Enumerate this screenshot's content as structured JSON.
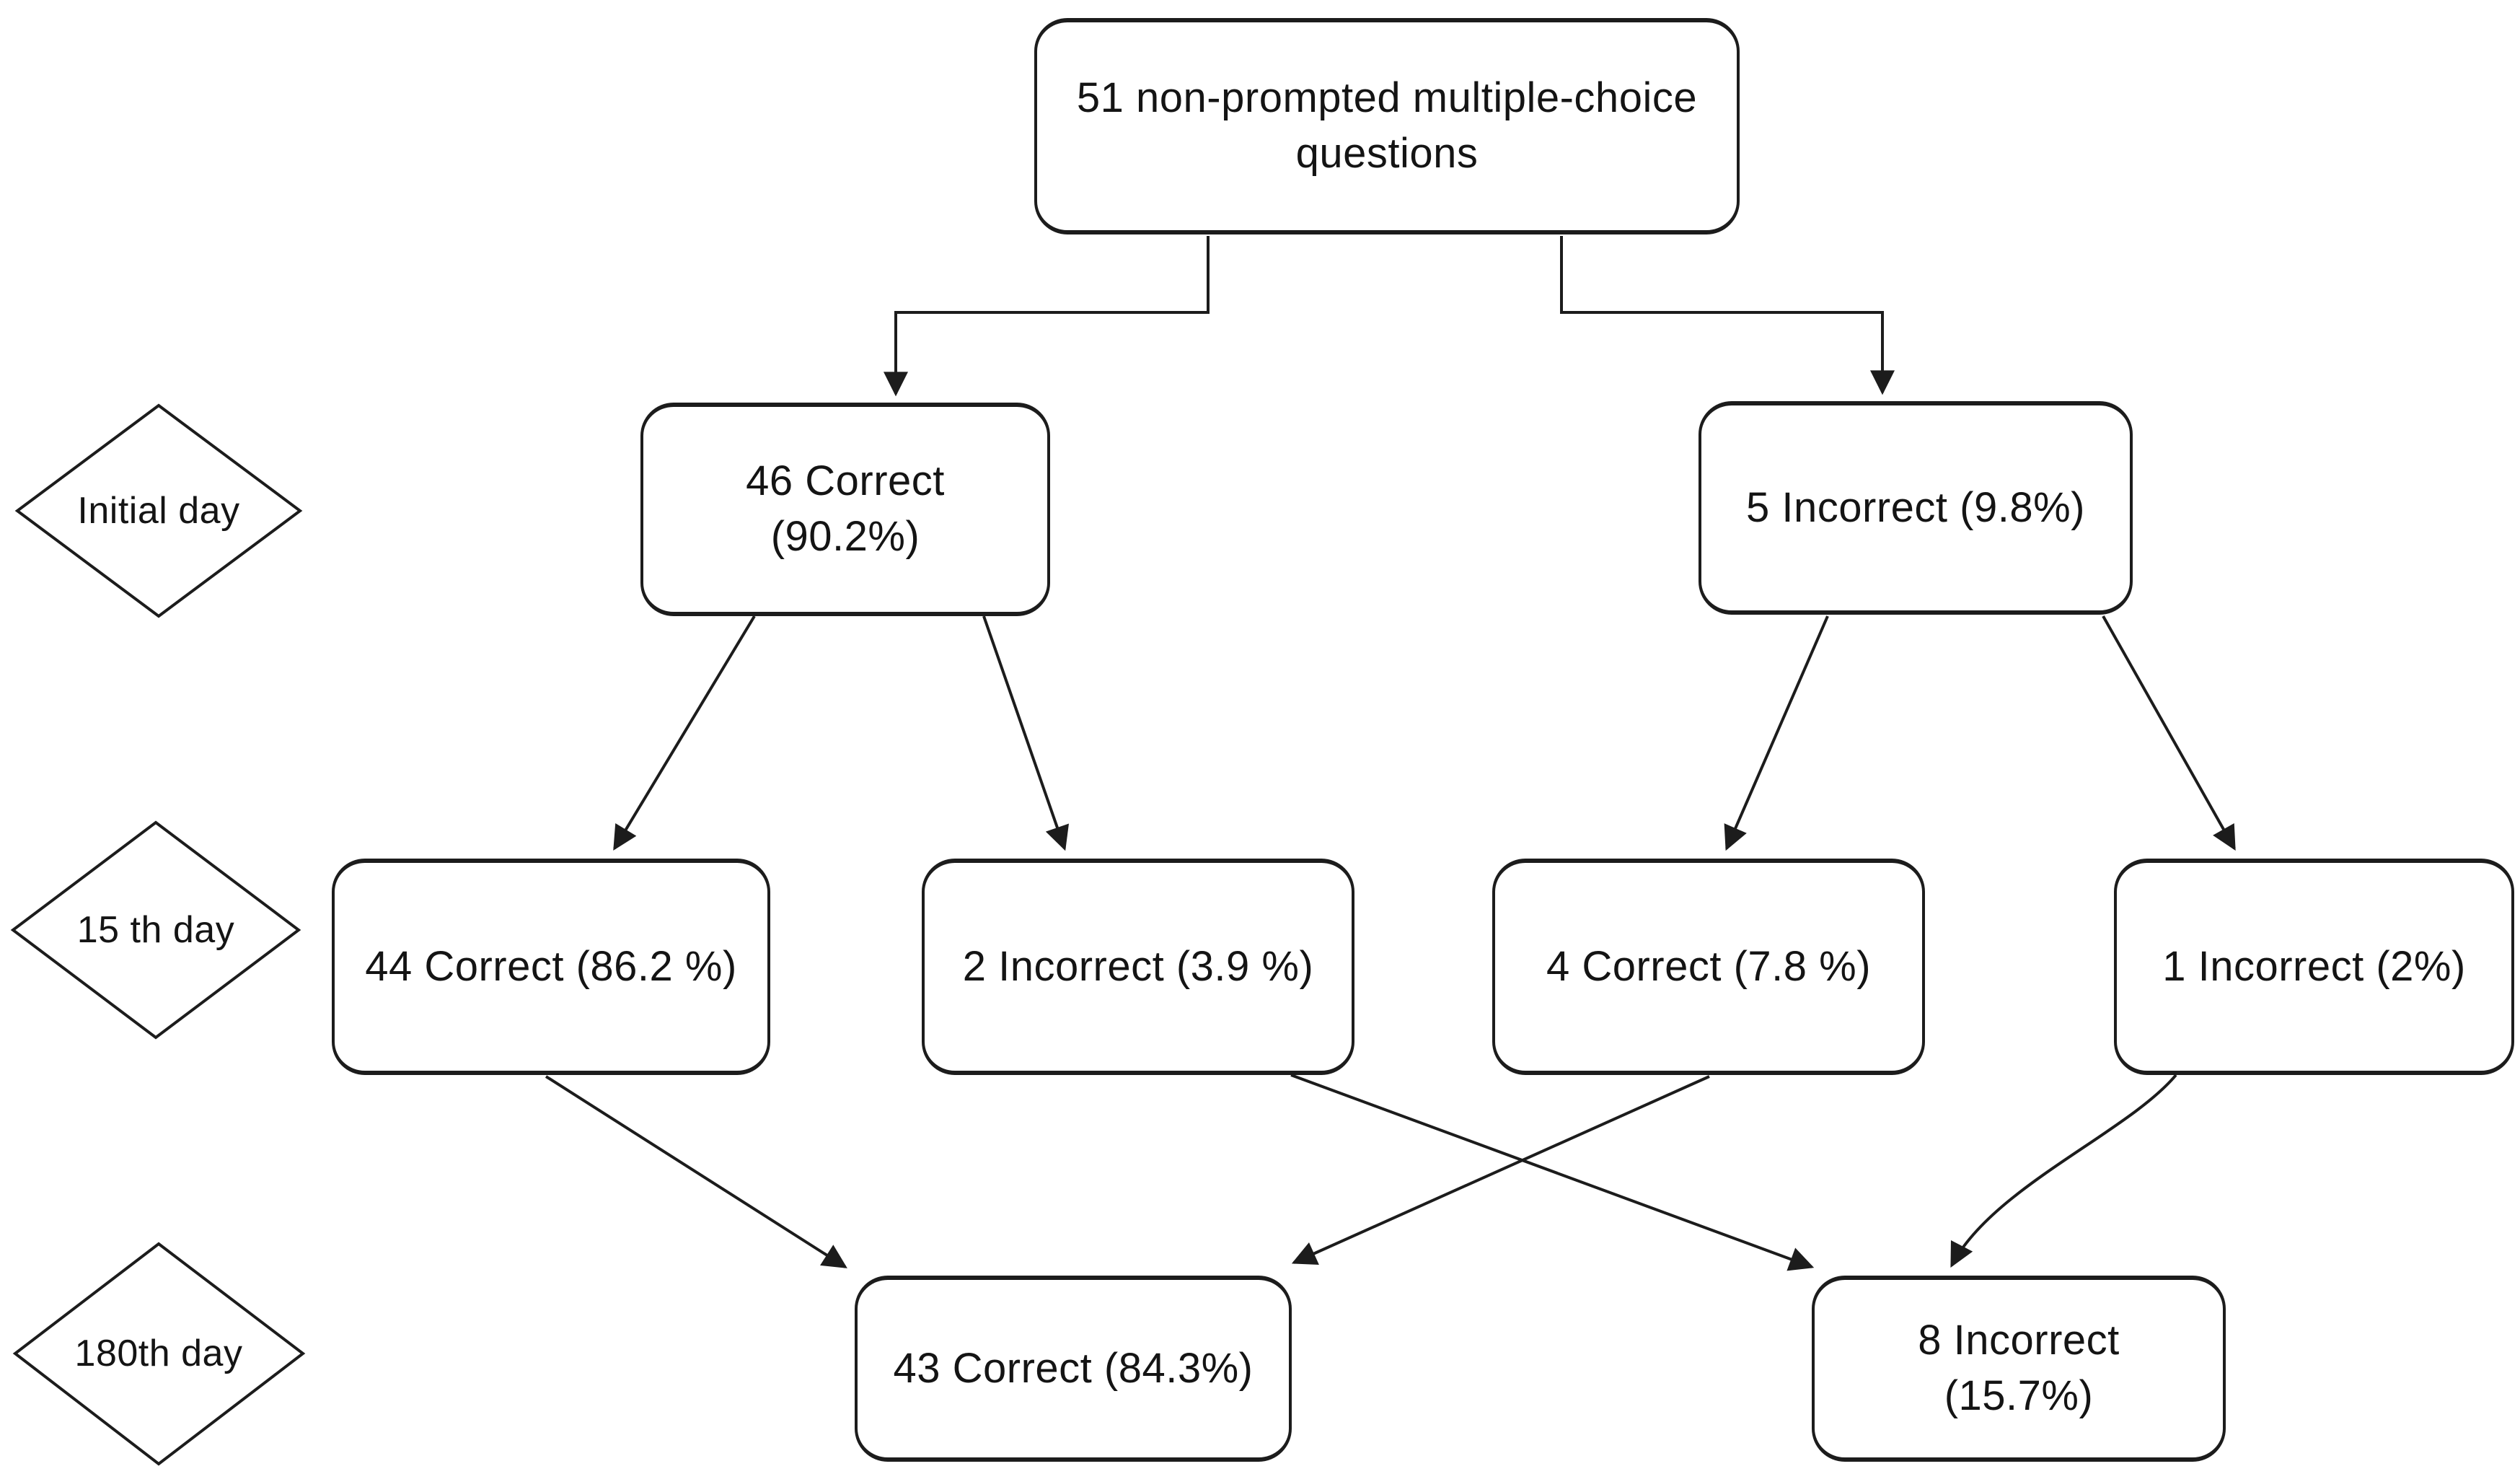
{
  "diagram": {
    "type": "flowchart",
    "root": {
      "label": "51 non-prompted multiple-choice questions"
    },
    "stages": [
      {
        "label": "Initial day"
      },
      {
        "label": "15 th day"
      },
      {
        "label": "180th day"
      }
    ],
    "nodes": [
      {
        "id": "initial-correct",
        "stage": "Initial day",
        "label": "46 Correct (90.2%)"
      },
      {
        "id": "initial-incorrect",
        "stage": "Initial day",
        "label": "5 Incorrect (9.8%)"
      },
      {
        "id": "day15-correct-correct",
        "stage": "15 th day",
        "label": "44 Correct (86.2 %)"
      },
      {
        "id": "day15-correct-incorrect",
        "stage": "15 th day",
        "label": "2 Incorrect (3.9 %)"
      },
      {
        "id": "day15-incorrect-correct",
        "stage": "15 th day",
        "label": "4 Correct (7.8 %)"
      },
      {
        "id": "day15-incorrect-incorrect",
        "stage": "15 th day",
        "label": "1 Incorrect (2%)"
      },
      {
        "id": "day180-correct",
        "stage": "180th day",
        "label": "43 Correct (84.3%)"
      },
      {
        "id": "day180-incorrect",
        "stage": "180th day",
        "label": "8 Incorrect (15.7%)"
      }
    ],
    "edges": [
      {
        "from": "51 non-prompted multiple-choice questions",
        "to": "46 Correct (90.2%)"
      },
      {
        "from": "51 non-prompted multiple-choice questions",
        "to": "5 Incorrect (9.8%)"
      },
      {
        "from": "46 Correct (90.2%)",
        "to": "44 Correct (86.2 %)"
      },
      {
        "from": "46 Correct (90.2%)",
        "to": "2 Incorrect (3.9 %)"
      },
      {
        "from": "5 Incorrect (9.8%)",
        "to": "4 Correct (7.8 %)"
      },
      {
        "from": "5 Incorrect (9.8%)",
        "to": "1 Incorrect (2%)"
      },
      {
        "from": "44 Correct (86.2 %)",
        "to": "43 Correct (84.3%)"
      },
      {
        "from": "4 Correct (7.8 %)",
        "to": "43 Correct (84.3%)"
      },
      {
        "from": "2 Incorrect (3.9 %)",
        "to": "8 Incorrect (15.7%)"
      },
      {
        "from": "1 Incorrect (2%)",
        "to": "8 Incorrect (15.7%)"
      }
    ],
    "colors": {
      "background": "#ffffff",
      "stroke": "#1c1c1c",
      "text": "#141414"
    }
  }
}
